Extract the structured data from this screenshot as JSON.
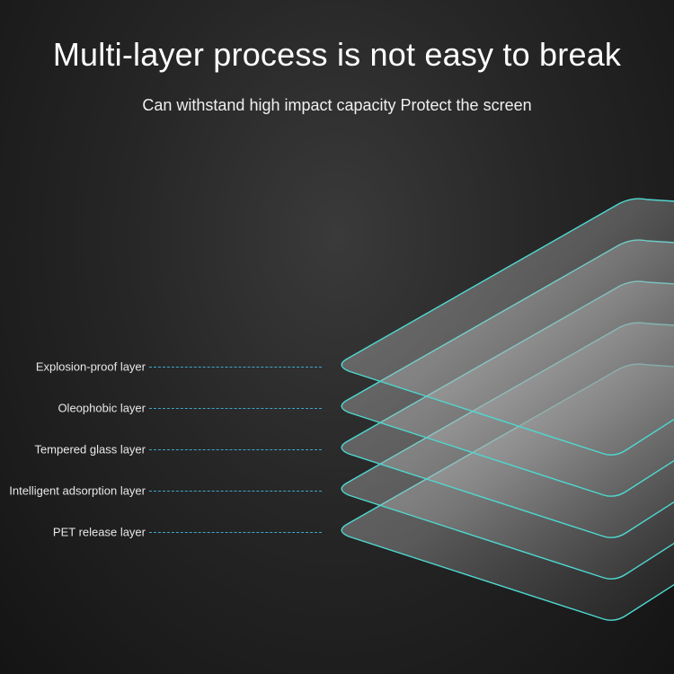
{
  "header": {
    "title": "Multi-layer process is not easy to break",
    "subtitle": "Can withstand high impact capacity Protect the screen"
  },
  "layers": [
    {
      "label": "Explosion-proof layer"
    },
    {
      "label": "Oleophobic layer"
    },
    {
      "label": "Tempered glass layer"
    },
    {
      "label": "Intelligent adsorption layer"
    },
    {
      "label": "PET release layer"
    }
  ],
  "colors": {
    "edge": "#4fd8d0",
    "leader": "#3fa7c9"
  }
}
